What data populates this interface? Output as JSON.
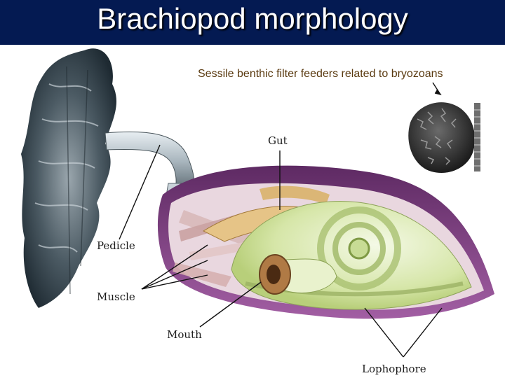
{
  "slide": {
    "title": "Brachiopod morphology",
    "caption": "Sessile benthic filter feeders related to bryozoans"
  },
  "labels": {
    "gut": "Gut",
    "pedicle": "Pedicle",
    "muscle": "Muscle",
    "mouth": "Mouth",
    "lophophore": "Lophophore"
  },
  "colors": {
    "title_bar": "#041a52",
    "shell": "#7a3f7d",
    "lophophore": "#dfeec0",
    "rock": "#3a4a55"
  }
}
